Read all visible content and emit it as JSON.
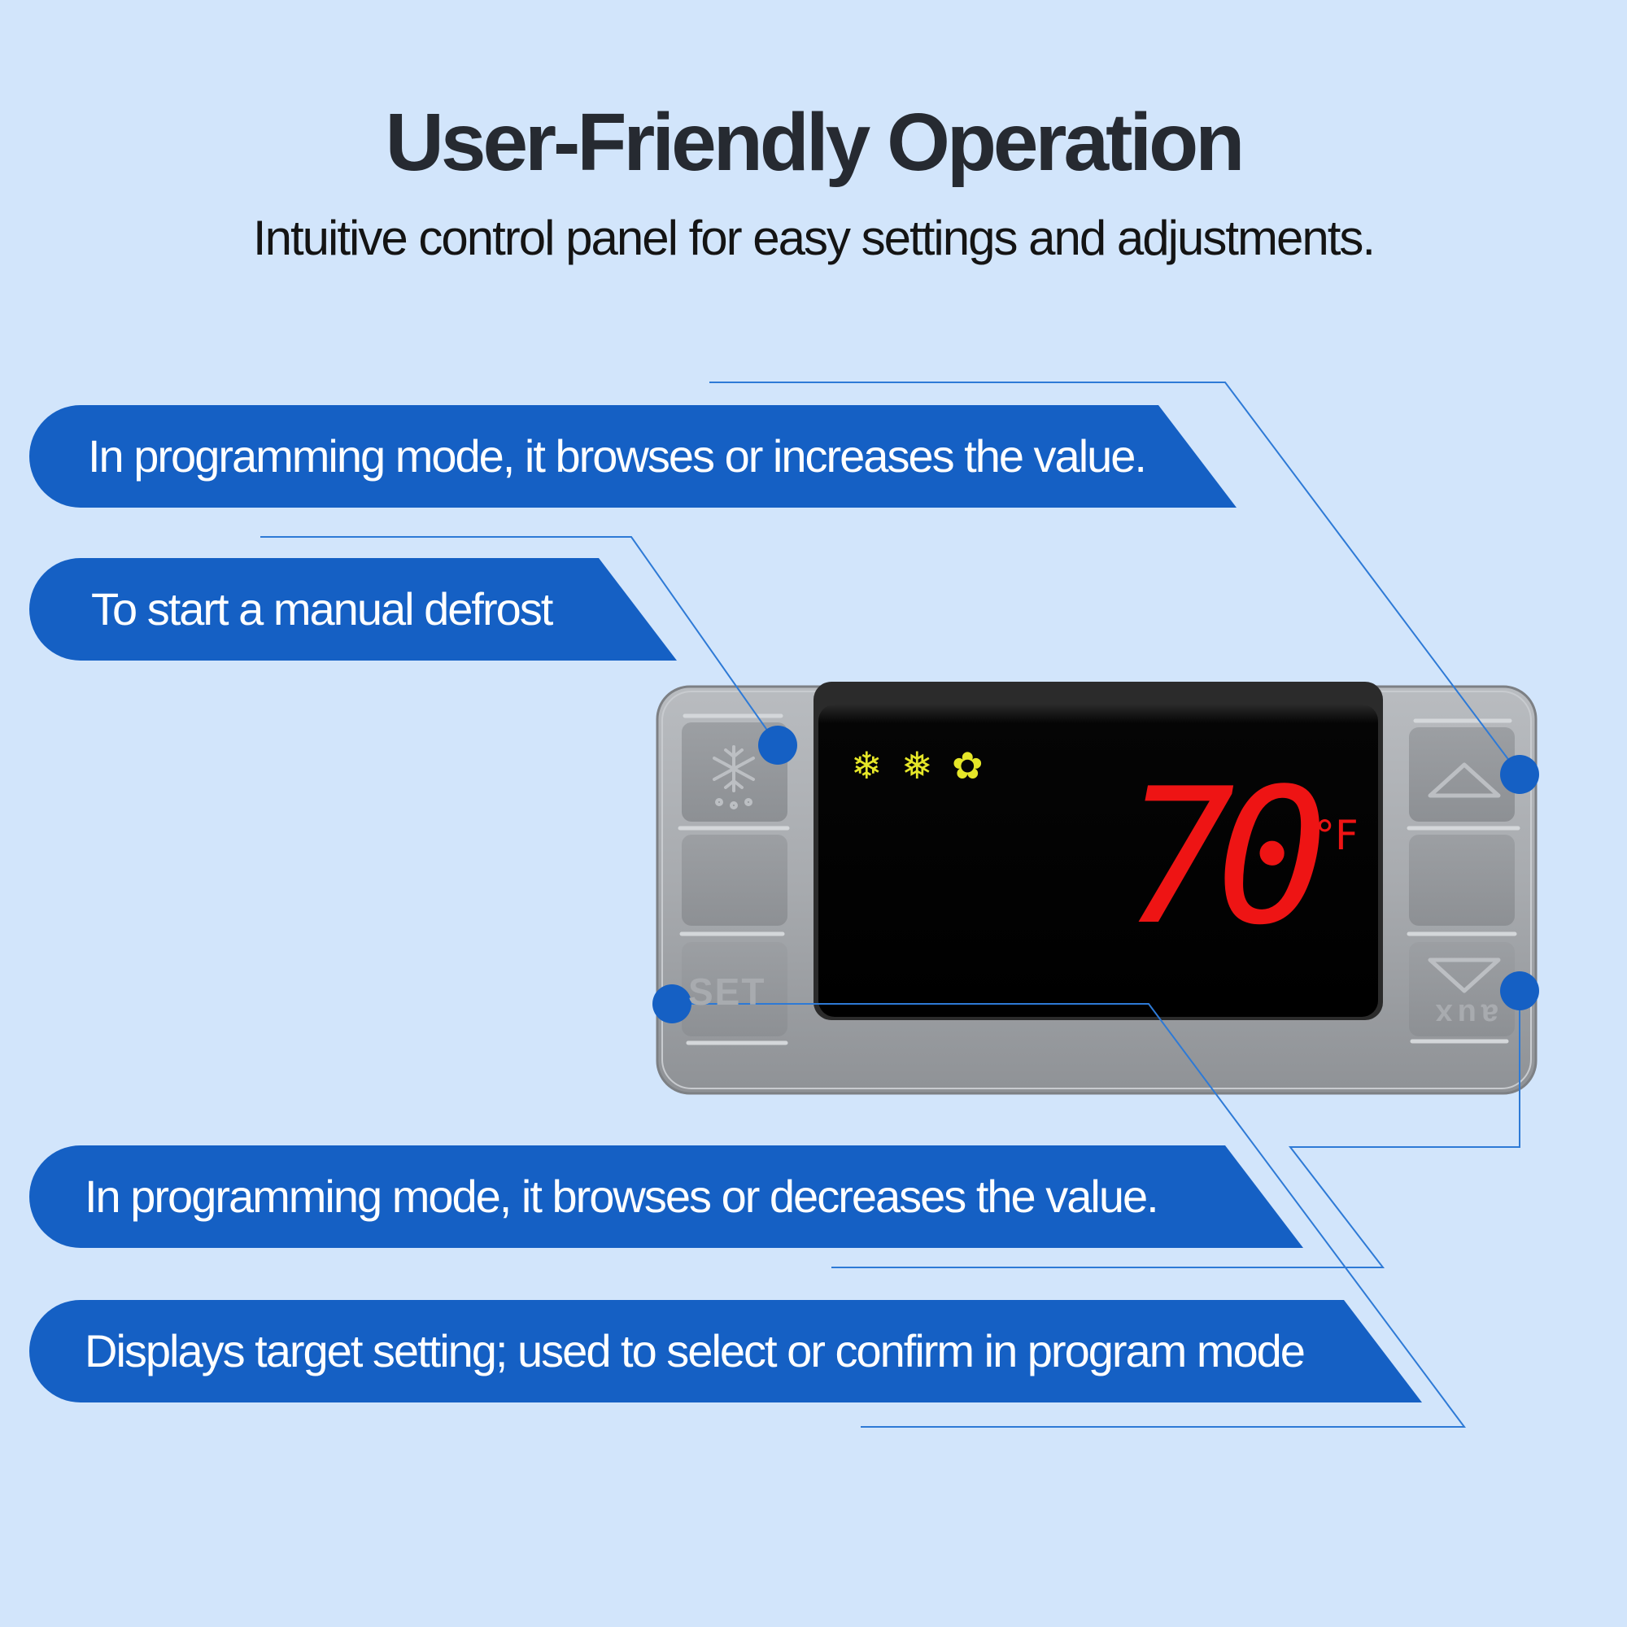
{
  "header": {
    "title": "User-Friendly Operation",
    "subtitle": "Intuitive control panel for easy settings and adjustments."
  },
  "callouts": [
    {
      "id": "up",
      "text": "In programming mode, it browses or increases the value."
    },
    {
      "id": "defrost",
      "text": "To start a manual defrost"
    },
    {
      "id": "down",
      "text": "In programming mode, it browses or decreases the value."
    },
    {
      "id": "set",
      "text": "Displays target setting; used to select or confirm in program mode"
    }
  ],
  "display": {
    "temperature": "70",
    "unit": "°F",
    "icons": [
      "defrost-icon",
      "snowflake-icon",
      "fan-icon"
    ]
  },
  "keys": {
    "set_label": "SET",
    "aux_label": "aux"
  },
  "colors": {
    "background": "#d2e5fb",
    "callout_bar": "#1560c4",
    "marker_dot": "#1560c4",
    "display_digits": "#ee1414",
    "status_icons": "#e5e628"
  }
}
